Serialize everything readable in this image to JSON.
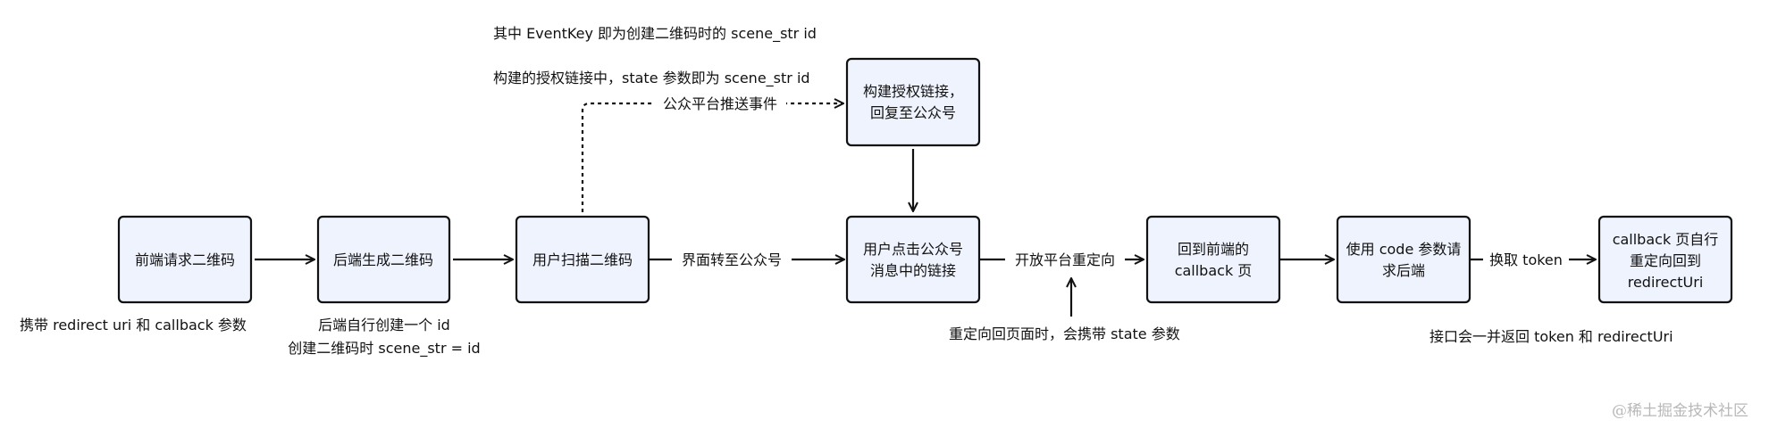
{
  "nodes": {
    "n1": [
      "前端请求二维码"
    ],
    "n2": [
      "后端生成二维码"
    ],
    "n3": [
      "用户扫描二维码"
    ],
    "n4": [
      "构建授权链接，",
      "回复至公众号"
    ],
    "n5": [
      "用户点击公众号",
      "消息中的链接"
    ],
    "n6": [
      "回到前端的",
      "callback 页"
    ],
    "n7": [
      "使用 code 参数请",
      "求后端"
    ],
    "n8": [
      "callback 页自行",
      "重定向回到",
      "redirectUri"
    ]
  },
  "edge_labels": {
    "e3_5": "界面转至公众号",
    "e5_6": "开放平台重定向",
    "e7_8": "换取 token",
    "e3_4": "公众平台推送事件"
  },
  "notes": {
    "top_1": "其中 EventKey 即为创建二维码时的 scene_str id",
    "top_2": "构建的授权链接中，state 参数即为 scene_str id",
    "n1_below": "携带 redirect uri 和 callback 参数",
    "n2_below_1": "后端自行创建一个 id",
    "n2_below_2": "创建二维码时 scene_str = id",
    "redirect_note": "重定向回页面时，会携带 state 参数",
    "n7_below": "接口会一并返回 token 和 redirectUri"
  },
  "watermark": "@稀土掘金技术社区"
}
